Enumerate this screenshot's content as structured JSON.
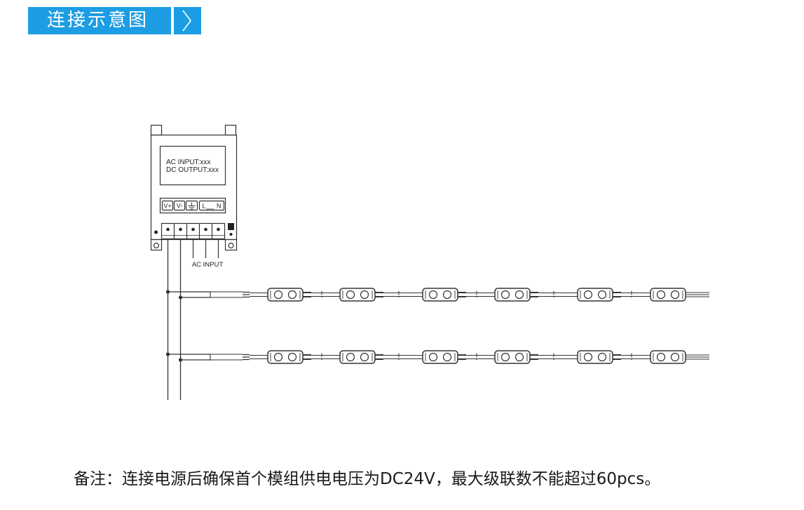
{
  "header": {
    "title": "连接示意图",
    "next_icon": "chevron-right-icon"
  },
  "colors": {
    "accent": "#1c9de4",
    "text": "#1a1a1a",
    "line": "#333333"
  },
  "power_supply": {
    "spec_lines": [
      "AC INPUT:xxx",
      "DC OUTPUT:xxx"
    ],
    "terminal_labels": {
      "v_plus": "V+",
      "v_minus": "V-",
      "ground_icon": "ground-icon",
      "live": "L",
      "neutral": "N"
    },
    "ac_input_label": "AC INPUT"
  },
  "note": "备注：连接电源后确保首个模组供电电压为DC24V，最大级联数不能超过60pcs。"
}
